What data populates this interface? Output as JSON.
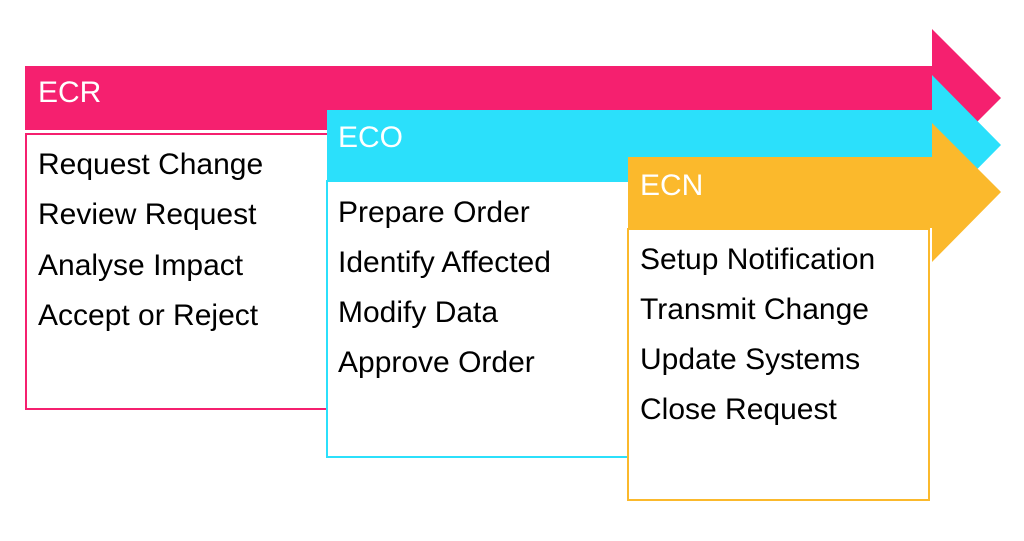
{
  "colors": {
    "ecr": "#f5206f",
    "eco": "#2be0fb",
    "ecn": "#fbb92c",
    "text": "#000000",
    "label_text": "#ffffff",
    "background": "#ffffff"
  },
  "stages": [
    {
      "id": "ecr",
      "label": "ECR",
      "items": [
        "Request Change",
        "Review Request",
        "Analyse Impact",
        "Accept or Reject"
      ]
    },
    {
      "id": "eco",
      "label": "ECO",
      "items": [
        "Prepare Order",
        "Identify Affected",
        "Modify Data",
        "Approve Order"
      ]
    },
    {
      "id": "ecn",
      "label": "ECN",
      "items": [
        "Setup Notification",
        "Transmit Change",
        "Update Systems",
        "Close Request"
      ]
    }
  ]
}
